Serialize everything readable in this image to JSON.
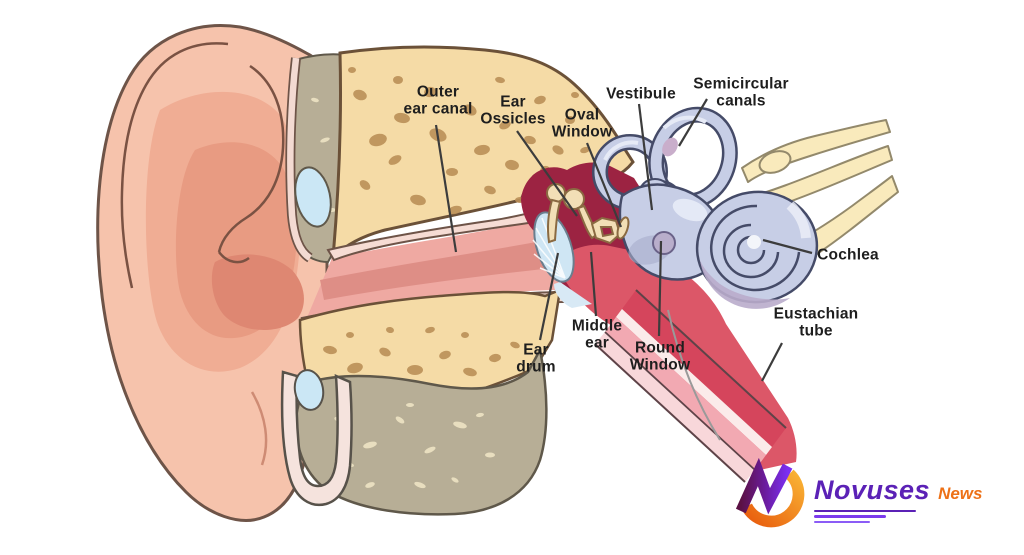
{
  "diagram": {
    "labels": [
      {
        "id": "outer-ear-canal",
        "text": "Outer\near canal"
      },
      {
        "id": "ear-ossicles",
        "text": "Ear\nOssicles"
      },
      {
        "id": "oval-window",
        "text": "Oval\nWindow"
      },
      {
        "id": "vestibule",
        "text": "Vestibule"
      },
      {
        "id": "semicircular-canals",
        "text": "Semicircular\ncanals"
      },
      {
        "id": "cochlea",
        "text": "Cochlea"
      },
      {
        "id": "ear-drum",
        "text": "Ear\ndrum"
      },
      {
        "id": "middle-ear",
        "text": "Middle\near"
      },
      {
        "id": "round-window",
        "text": "Round\nWindow"
      },
      {
        "id": "eustachian-tube",
        "text": "Eustachian\ntube"
      }
    ],
    "colors": {
      "skin": "#F6C3AC",
      "skin_shade": "#E89B82",
      "bone_tan": "#F5DBA6",
      "bone_speckle": "#BB9058",
      "bone_gray": "#B7AE96",
      "canal_pink": "#EFA9A2",
      "cavity_maroon": "#9C2342",
      "cavity_red": "#DC5768",
      "eardrum_blue": "#CFE6F4",
      "ossicle_cream": "#F2DFB6",
      "inner_ear_lavender": "#C7CEE6",
      "inner_ear_outline": "#454B68",
      "nerve_yellow": "#F9EABC",
      "air_cell_blue": "#CBE7F5",
      "label_text": "#1E1E1E",
      "leader_line": "#3C3C3C"
    }
  },
  "logo": {
    "brand": "Novuses",
    "suffix": "News",
    "brand_color": "#5B21B6",
    "suffix_color": "#ED7117",
    "icon": "n-swoosh-icon"
  }
}
